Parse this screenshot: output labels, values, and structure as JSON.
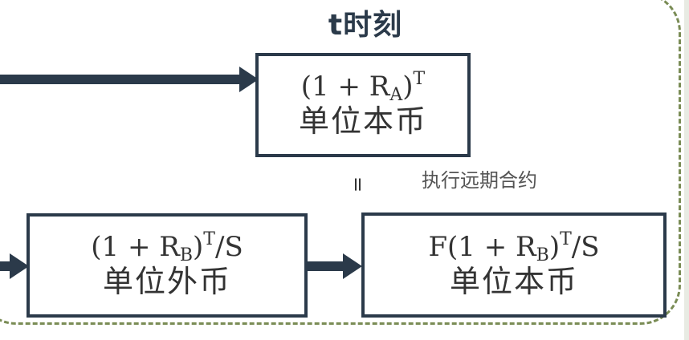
{
  "title": "t时刻",
  "boxes": {
    "domestic_top": {
      "formula_open": "(1 + R",
      "formula_sub": "A",
      "formula_close": ")",
      "formula_sup": "T",
      "formula_tail": "",
      "unit": "单位本币"
    },
    "foreign": {
      "formula_open": "(1 + R",
      "formula_sub": "B",
      "formula_close": ")",
      "formula_sup": "T",
      "formula_tail": "/S",
      "unit": "单位外币"
    },
    "forward": {
      "formula_open": "F(1 + R",
      "formula_sub": "B",
      "formula_close": ")",
      "formula_sup": "T",
      "formula_tail": "/S",
      "unit": "单位本币"
    }
  },
  "equals_sign": "=",
  "note": "执行远期合约",
  "colors": {
    "box_border": "#2b3a4a",
    "arrow": "#2b3a4a",
    "frame_dash": "#7a8c55"
  }
}
